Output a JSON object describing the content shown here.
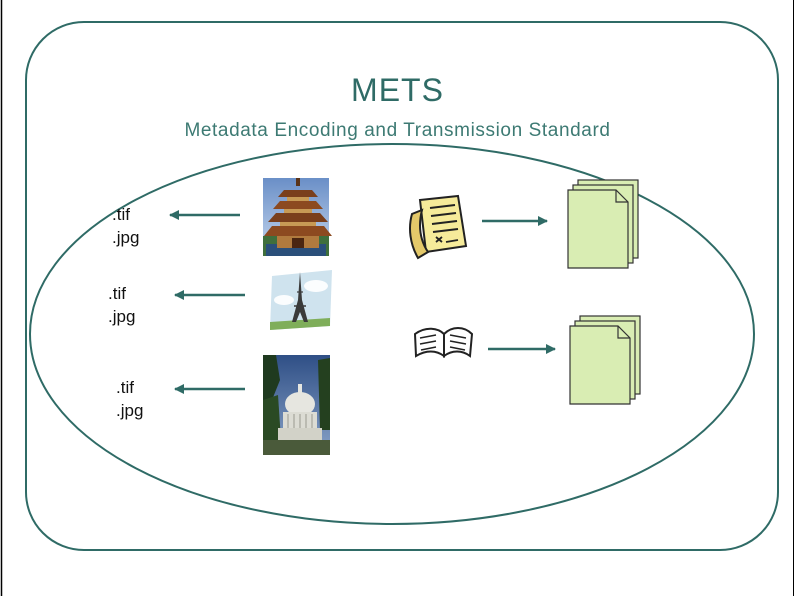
{
  "title": "METS",
  "subtitle": "Metadata Encoding and Transmission Standard",
  "image_items": [
    {
      "icon": "pagoda-image",
      "formats": [
        ".tif",
        ".jpg"
      ]
    },
    {
      "icon": "eiffel-tower-image",
      "formats": [
        ".tif",
        ".jpg"
      ]
    },
    {
      "icon": "capitol-building-image",
      "formats": [
        ".tif",
        ".jpg"
      ]
    }
  ],
  "text_items": [
    {
      "icon": "scroll-document-icon",
      "target": "document-stack-icon"
    },
    {
      "icon": "open-book-icon",
      "target": "document-stack-icon"
    }
  ],
  "colors": {
    "accent": "#2f6b66",
    "title": "#2f6b66",
    "page_stack": "#d9edb3"
  }
}
